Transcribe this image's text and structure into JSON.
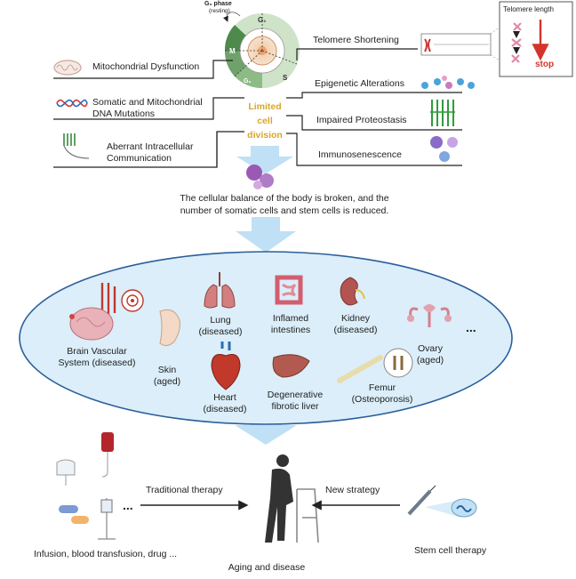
{
  "cell_cycle": {
    "g0_phase": "G₀ phase",
    "g0_sub": "(resting)",
    "g1": "G₁",
    "m": "M",
    "s": "S",
    "g2": "G₂"
  },
  "center": {
    "line1": "Limited",
    "line2": "cell",
    "line3": "division"
  },
  "left_factors": {
    "mito_dysfunction": "Mitochondrial Dysfunction",
    "mutations_line1": "Somatic and Mitochondrial",
    "mutations_line2": "DNA Mutations",
    "comm_line1": "Aberrant Intracellular",
    "comm_line2": "Communication"
  },
  "right_factors": {
    "telomere": "Telomere Shortening",
    "epigenetic": "Epigenetic Alterations",
    "proteostasis": "Impaired Proteostasis",
    "immuno": "Immunosenescence"
  },
  "telomere_inset": {
    "title": "Telomere length",
    "stop": "stop"
  },
  "balance_text": {
    "line1": "The cellular balance of the body is broken, and the",
    "line2": "number of somatic cells and stem cells is reduced."
  },
  "organs": {
    "brain_l1": "Brain Vascular",
    "brain_l2": "System (diseased)",
    "skin_l1": "Skin",
    "skin_l2": "(aged)",
    "lung_l1": "Lung",
    "lung_l2": "(diseased)",
    "intestine_l1": "Inflamed",
    "intestine_l2": "intestines",
    "kidney_l1": "Kidney",
    "kidney_l2": "(diseased)",
    "ovary_l1": "Ovary",
    "ovary_l2": "(aged)",
    "heart_l1": "Heart",
    "heart_l2": "(diseased)",
    "liver_l1": "Degenerative",
    "liver_l2": "fibrotic liver",
    "femur_l1": "Femur",
    "femur_l2": "(Osteoporosis)",
    "ellipsis": "..."
  },
  "bottom": {
    "traditional": "Traditional therapy",
    "new_strategy": "New strategy",
    "infusion": "Infusion, blood transfusion, drug ...",
    "aging": "Aging and disease",
    "stem": "Stem cell therapy",
    "ellipsis": "..."
  },
  "colors": {
    "arrow_blue": "#bfe0f5",
    "ellipse_fill": "#dbeef9",
    "ellipse_stroke": "#2b5f9a",
    "green_ring": "#4e8a4b",
    "center_text": "#d9a62a",
    "stop_red": "#d3352b"
  }
}
